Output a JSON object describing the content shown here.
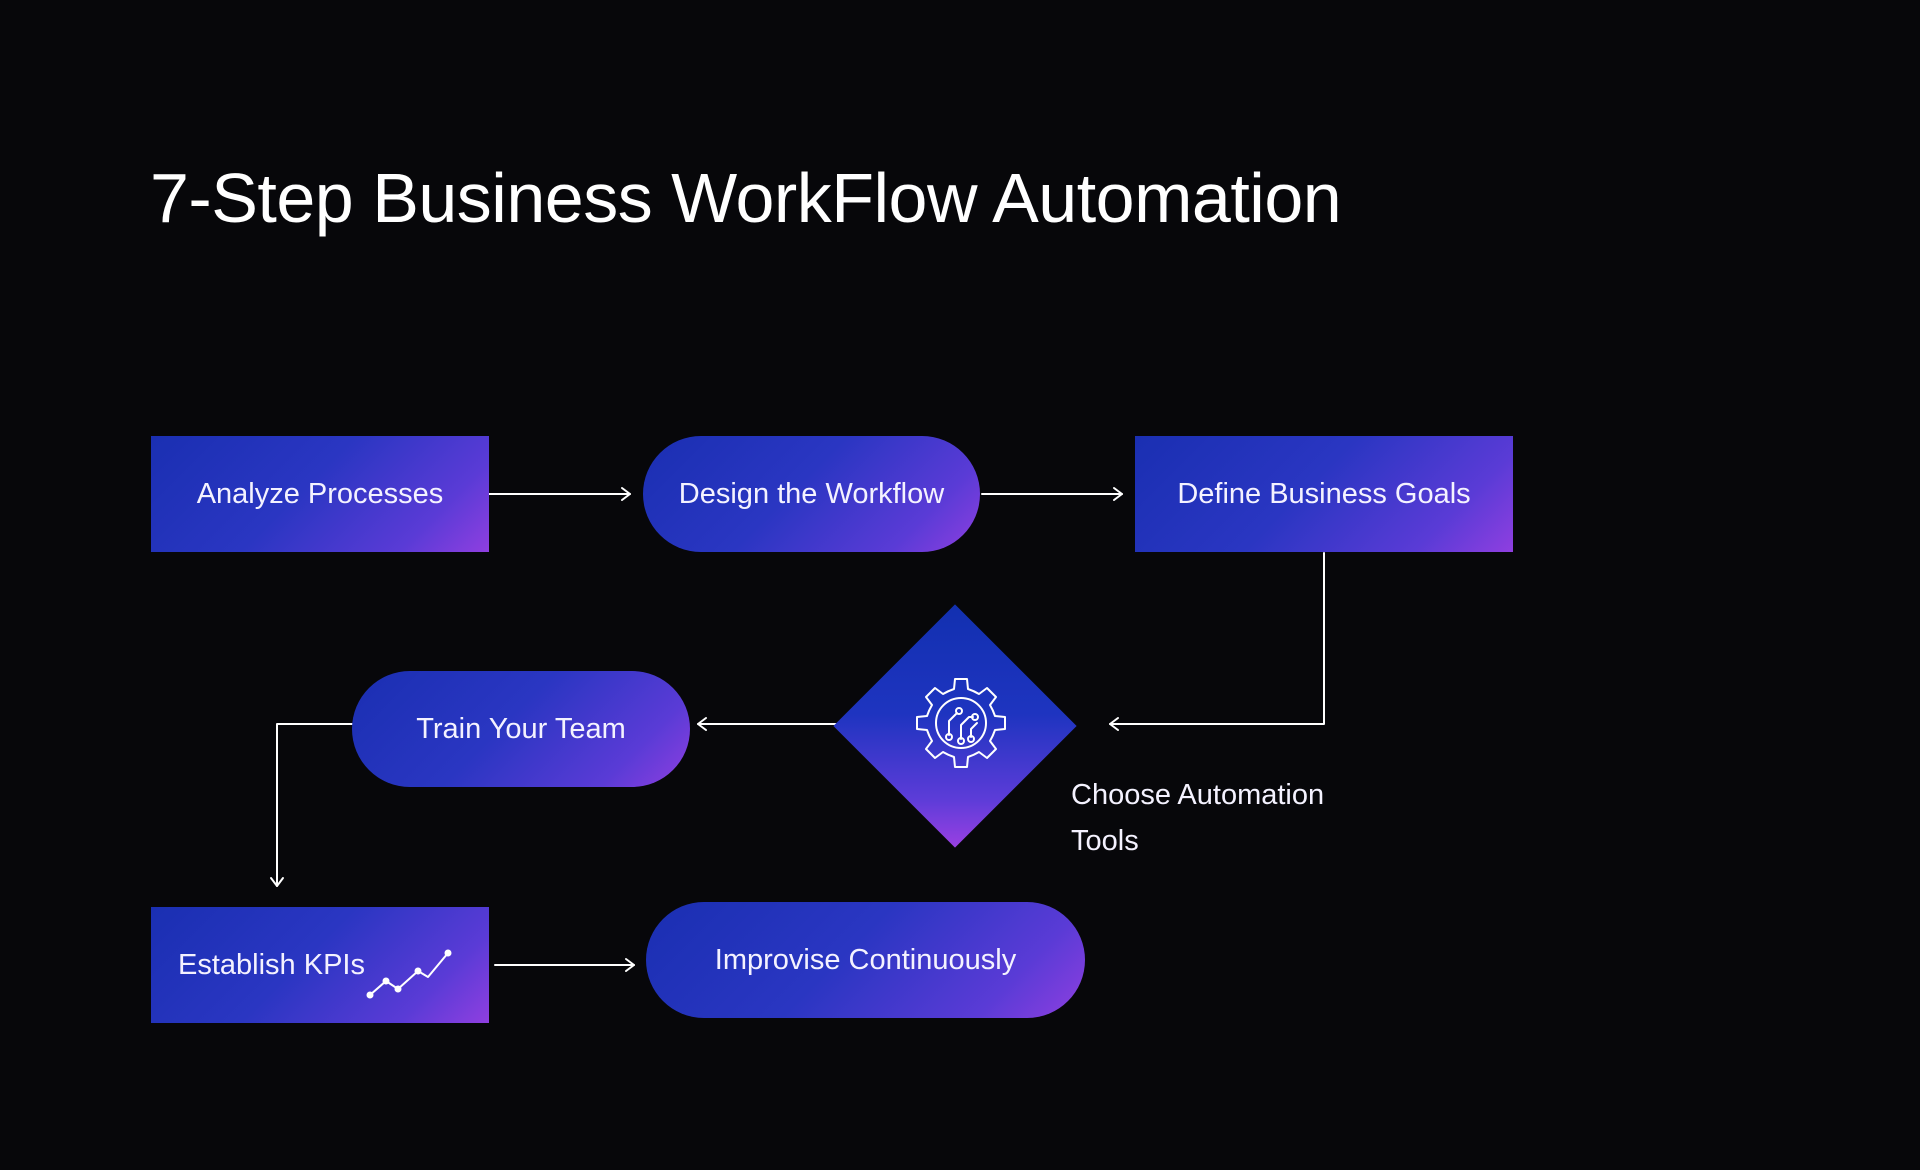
{
  "title": "7-Step Business WorkFlow Automation",
  "steps": {
    "analyze": "Analyze Processes",
    "design": "Design the Workflow",
    "goals": "Define Business Goals",
    "tools": "Choose Automation Tools",
    "train": "Train Your Team",
    "kpis": "Establish KPIs",
    "improve": "Improvise Continuously"
  },
  "icons": {
    "tools": "gear-circuit-icon",
    "kpis": "trend-line-icon"
  },
  "colors": {
    "background": "#07070a",
    "node_start": "#1a2fb2",
    "node_end": "#8f3fe0",
    "text": "#ffffff"
  }
}
